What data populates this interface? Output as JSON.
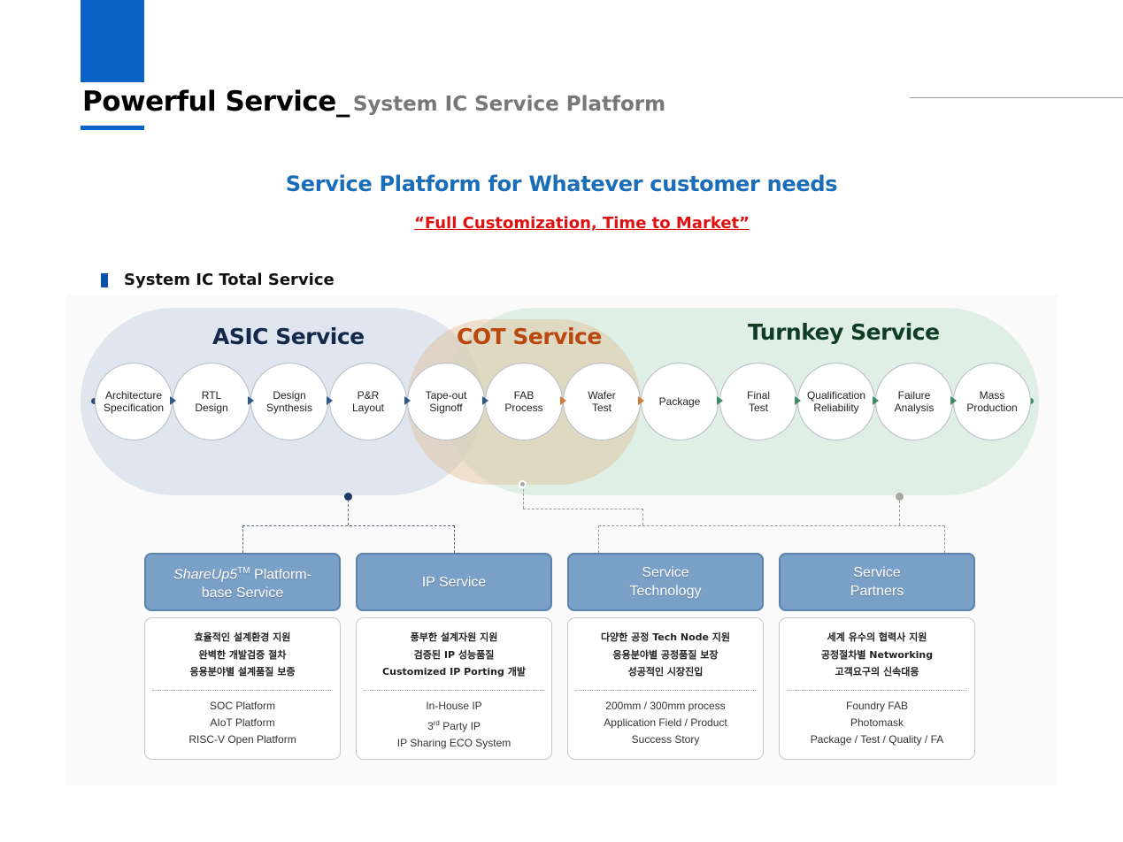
{
  "header": {
    "title_main": "Powerful Service_",
    "title_sub": "System IC Service Platform"
  },
  "headline": "Service Platform for Whatever customer needs",
  "tagline": "“Full Customization, Time to Market”",
  "section": {
    "title": "System IC Total Service"
  },
  "colors": {
    "brand_blue": "#0a64c8",
    "headline_blue": "#1a6db8",
    "tagline_red": "#e01010",
    "asic": "#14284a",
    "cot": "#b8480e",
    "turnkey": "#0f3d22",
    "card_header": "#7aa0c8"
  },
  "groups": {
    "asic": "ASIC Service",
    "cot": "COT Service",
    "turnkey": "Turnkey Service"
  },
  "steps": [
    {
      "line1": "Architecture",
      "line2": "Specification"
    },
    {
      "line1": "RTL",
      "line2": "Design"
    },
    {
      "line1": "Design",
      "line2": "Synthesis"
    },
    {
      "line1": "P&R",
      "line2": "Layout"
    },
    {
      "line1": "Tape-out",
      "line2": "Signoff"
    },
    {
      "line1": "FAB",
      "line2": "Process"
    },
    {
      "line1": "Wafer",
      "line2": "Test"
    },
    {
      "line1": "Package",
      "line2": ""
    },
    {
      "line1": "Final",
      "line2": "Test"
    },
    {
      "line1": "Qualification",
      "line2": "Reliability"
    },
    {
      "line1": "Failure",
      "line2": "Analysis"
    },
    {
      "line1": "Mass",
      "line2": "Production"
    }
  ],
  "cards": [
    {
      "title_italic": "ShareUp5",
      "title_sup": "TM",
      "title_rest": " Platform-",
      "title_line2": "base Service",
      "korean": [
        "효율적인 설계환경 지원",
        "완벽한 개발검증 절차",
        "응용분야별 설계품질 보증"
      ],
      "items": [
        "SOC Platform",
        "AIoT Platform",
        "RISC-V Open Platform"
      ]
    },
    {
      "title_line1": "IP Service",
      "korean": [
        "풍부한 설계자원 지원",
        "검증된 IP 성능품질",
        "Customized IP Porting 개발"
      ],
      "items": [
        "In-House IP",
        "3",
        "IP Sharing ECO System"
      ],
      "item2_sup": "rd",
      "item2_rest": " Party IP"
    },
    {
      "title_line1": "Service",
      "title_line2": "Technology",
      "korean": [
        "다양한 공정 Tech Node 지원",
        "응용분야별 공정품질 보장",
        "성공적인 시장진입"
      ],
      "items": [
        "200mm / 300mm process",
        "Application Field / Product",
        "Success Story"
      ]
    },
    {
      "title_line1": "Service",
      "title_line2": "Partners",
      "korean": [
        "세계 유수의 협력사 지원",
        "공정절차별 Networking",
        "고객요구의 신속대응"
      ],
      "items": [
        "Foundry FAB",
        "Photomask",
        "Package / Test / Quality / FA"
      ]
    }
  ]
}
